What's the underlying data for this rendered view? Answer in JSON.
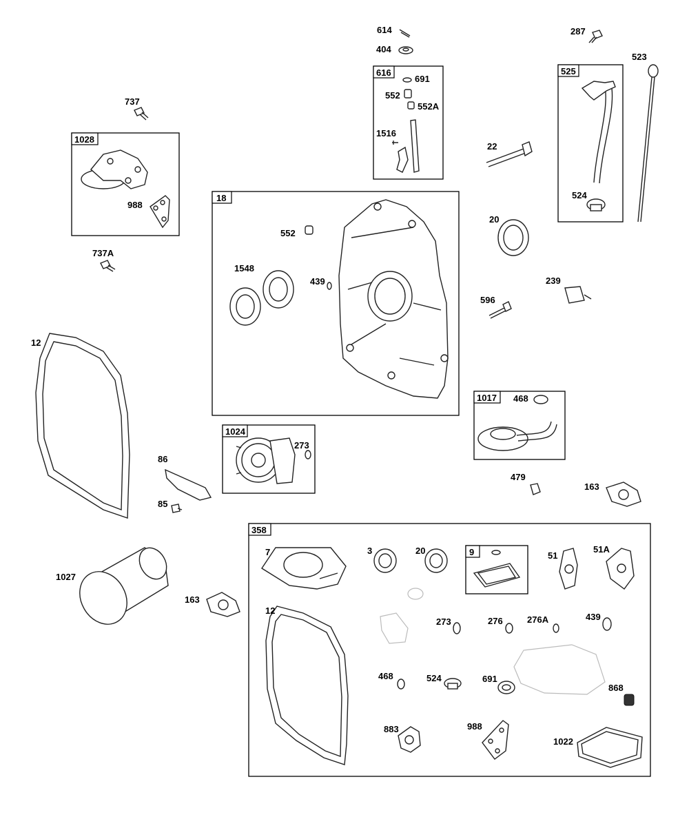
{
  "boxes": {
    "b1028": "1028",
    "b616": "616",
    "b525": "525",
    "b18": "18",
    "b1024": "1024",
    "b1017": "1017",
    "b358": "358",
    "b9": "9"
  },
  "labels": {
    "p614": "614",
    "p404": "404",
    "p691a": "691",
    "p552a": "552",
    "p552A": "552A",
    "p1516": "1516",
    "p287": "287",
    "p523": "523",
    "p737": "737",
    "p988a": "988",
    "p737A": "737A",
    "p22": "22",
    "p524a": "524",
    "p20a": "20",
    "p552b": "552",
    "p1548": "1548",
    "p439a": "439",
    "p239": "239",
    "p596": "596",
    "p12a": "12",
    "p468a": "468",
    "p86": "86",
    "p273a": "273",
    "p479": "479",
    "p163a": "163",
    "p85": "85",
    "p7": "7",
    "p3": "3",
    "p20b": "20",
    "p51": "51",
    "p51A": "51A",
    "p1027": "1027",
    "p163b": "163",
    "p12b": "12",
    "p273b": "273",
    "p276": "276",
    "p276A": "276A",
    "p439b": "439",
    "p468b": "468",
    "p524b": "524",
    "p691b": "691",
    "p868": "868",
    "p883": "883",
    "p988b": "988",
    "p1022": "1022"
  }
}
